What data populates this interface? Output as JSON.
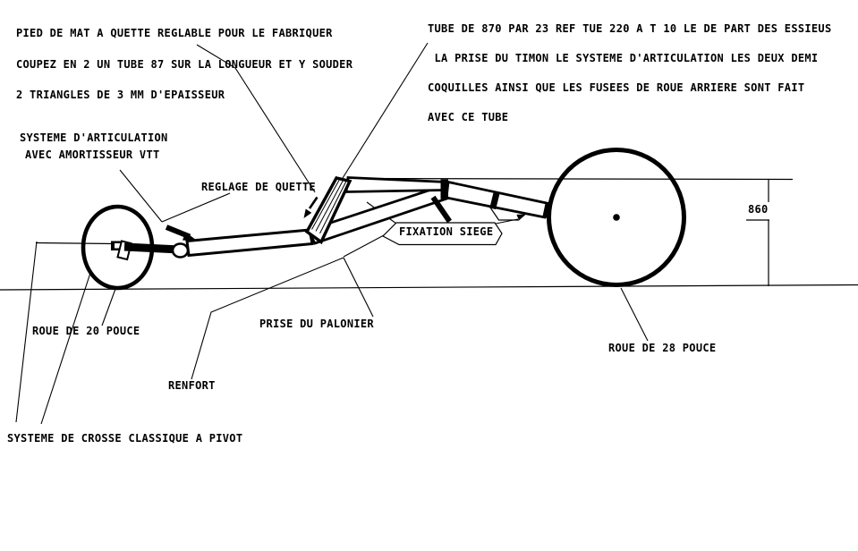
{
  "notes": {
    "mast": [
      "PIED DE MAT A QUETTE REGLABLE POUR LE FABRIQUER",
      "COUPEZ EN 2 UN TUBE 87 SUR LA LONGUEUR ET Y SOUDER",
      "2 TRIANGLES DE 3 MM D'EPAISSEUR"
    ],
    "tube": [
      "TUBE DE 870 PAR 23 REF TUE 220 A T 10 LE DE PART DES ESSIEUS",
      " LA PRISE DU TIMON LE SYSTEME D'ARTICULATION LES DEUX DEMI",
      "COQUILLES AINSI QUE LES FUSEES DE ROUE ARRIERE SONT FAIT",
      "AVEC CE TUBE"
    ]
  },
  "labels": {
    "articulation_line1": "SYSTEME D'ARTICULATION",
    "articulation_line2": "AVEC AMORTISSEUR VTT",
    "reglage": "REGLAGE DE QUETTE",
    "fixation_siege": "FIXATION SIEGE",
    "roue_avant": "ROUE DE 20 POUCE",
    "palonier": "PRISE DU PALONIER",
    "renfort": "RENFORT",
    "crosse": "SYSTEME DE CROSSE CLASSIQUE A PIVOT",
    "roue_arriere": "ROUE DE 28 POUCE"
  },
  "dimension": {
    "height_mm": "860"
  },
  "colors": {
    "ink": "#000000",
    "background": "#ffffff"
  }
}
